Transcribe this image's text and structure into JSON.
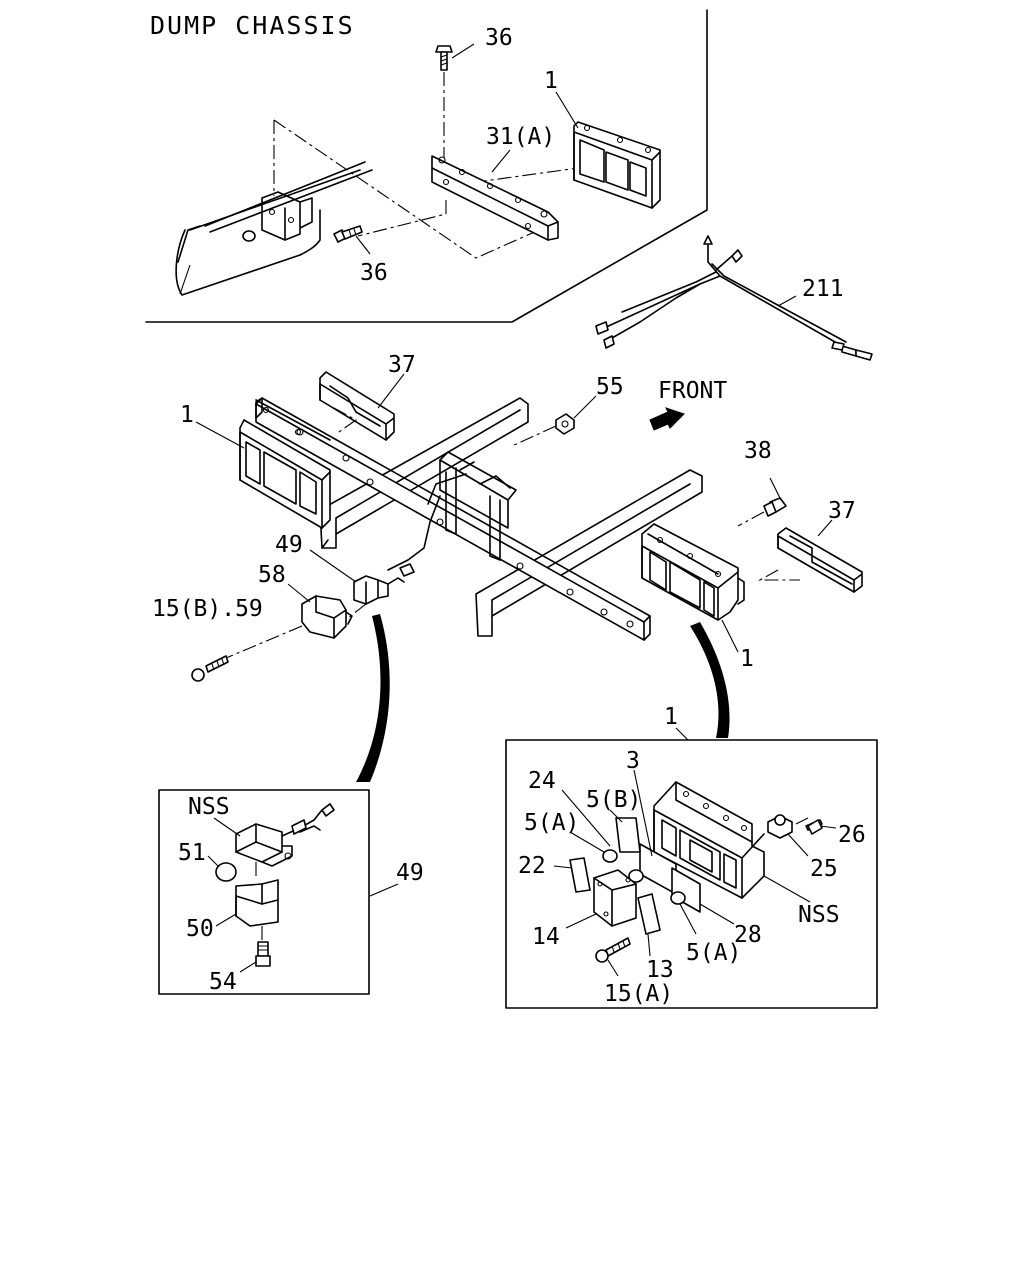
{
  "title": "DUMP CHASSIS",
  "front_label": "FRONT",
  "callouts": {
    "bolt_top": "36",
    "bolt_bottom": "36",
    "bracket_31a": "31(A)",
    "lamp_top": "1",
    "harness": "211",
    "cover_left": "37",
    "nut": "55",
    "lamp_left": "1",
    "bolt_38": "38",
    "cover_right": "37",
    "switch_49": "49",
    "bracket_58": "58",
    "screw_15b_59": "15(B).59",
    "lamp_right": "1",
    "detail_lamp": "1"
  },
  "detail_49": {
    "nss": "NSS",
    "p51": "51",
    "p50": "50",
    "p54": "54",
    "ref": "49"
  },
  "detail_1": {
    "p3": "3",
    "p24": "24",
    "p5b": "5(B)",
    "p5a_top": "5(A)",
    "p22": "22",
    "p14": "14",
    "p13": "13",
    "p15a": "15(A)",
    "p5a_bottom": "5(A)",
    "p28": "28",
    "nss": "NSS",
    "p25": "25",
    "p26": "26"
  }
}
